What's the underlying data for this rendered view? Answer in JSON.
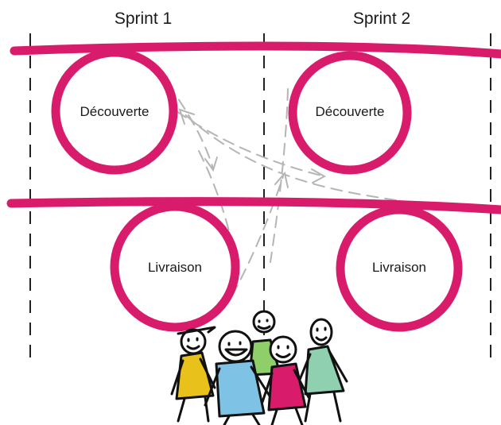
{
  "sprints": [
    {
      "label": "Sprint 1"
    },
    {
      "label": "Sprint 2"
    }
  ],
  "loops": {
    "discovery_label": "Découverte",
    "delivery_label": "Livraison"
  },
  "colors": {
    "track": "#d81b6a",
    "divider": "#222222",
    "arrow": "#b5b5b5",
    "team": [
      "#e8c21a",
      "#7ec3e6",
      "#8fcf6a",
      "#d81b6a",
      "#8fd0b0"
    ]
  }
}
